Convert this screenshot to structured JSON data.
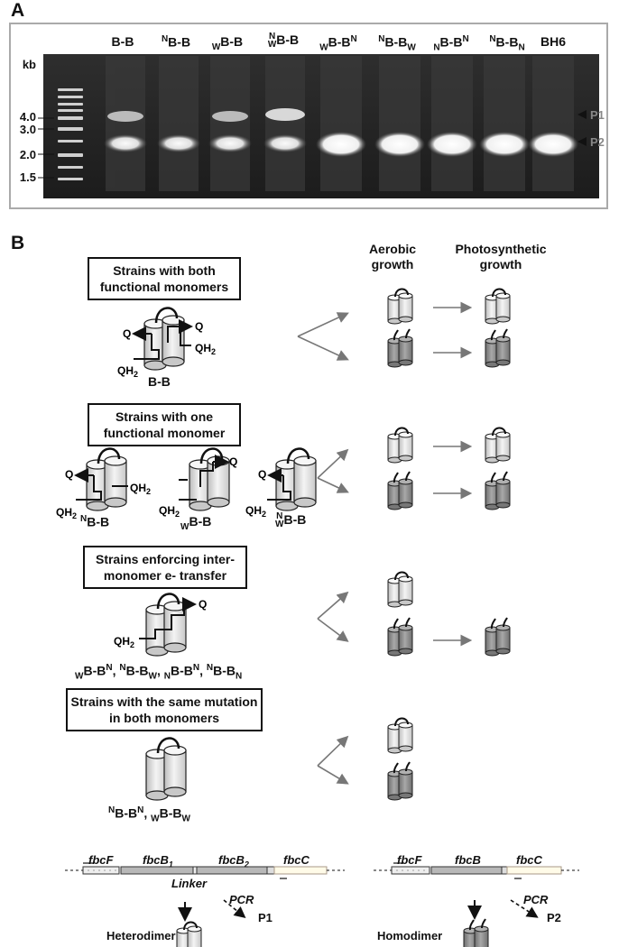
{
  "panelA": {
    "label": "A",
    "kb_title": "kb",
    "ladder": [
      "4.0",
      "3.0",
      "2.0",
      "1.5"
    ],
    "lanes": [
      "B-B",
      "NB-B",
      "WB-B",
      "NWB-B",
      "WB-BN",
      "NB-BW",
      "NB-BN",
      "NB-BN",
      "BH6"
    ],
    "markers": {
      "p1": "P1",
      "p2": "P2"
    }
  },
  "panelB": {
    "label": "B",
    "col_aerobic": "Aerobic growth",
    "col_photo": "Photosynthetic growth",
    "groups": [
      {
        "title": "Strains with both functional monomers",
        "strains": "B-B"
      },
      {
        "title": "Strains with one functional monomer",
        "strains": [
          "NB-B",
          "WB-B",
          "NWB-B"
        ]
      },
      {
        "title": "Strains enforcing inter-monomer e- transfer",
        "strains": "WB-BN, NB-BW, NB-BN, NB-BN"
      },
      {
        "title": "Strains with the same mutation in both monomers",
        "strains": "NB-BN, WB-BW"
      }
    ],
    "q_label": "Q",
    "qh2_label": "QH2",
    "constructs": {
      "hetero": {
        "genes": [
          "fbcF",
          "fbcB1",
          "fbcB2",
          "fbcC"
        ],
        "linker": "Linker",
        "pcr": "PCR",
        "product": "P1",
        "result": "Heterodimer"
      },
      "homo": {
        "genes": [
          "fbcF",
          "fbcB",
          "fbcC"
        ],
        "pcr": "PCR",
        "product": "P2",
        "result": "Homodimer"
      }
    }
  }
}
